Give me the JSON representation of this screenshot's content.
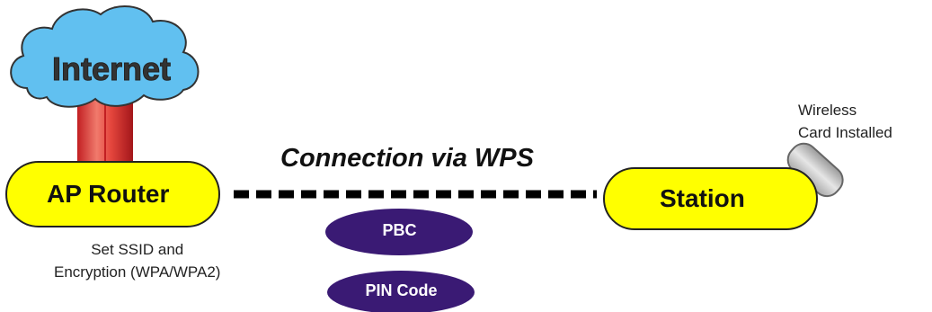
{
  "internet": {
    "label": "Internet"
  },
  "router": {
    "label": "AP Router"
  },
  "router_note": {
    "line1": "Set SSID and",
    "line2": "Encryption (WPA/WPA2)"
  },
  "connection": {
    "label": "Connection via WPS"
  },
  "station": {
    "label": "Station"
  },
  "wireless_note": {
    "line1": "Wireless",
    "line2": "Card Installed"
  },
  "methods": [
    {
      "label": "PBC"
    },
    {
      "label": "PIN Code"
    }
  ],
  "colors": {
    "cloud": "#61c0f0",
    "node_fill": "#ffff00",
    "pill": "#3a1a74",
    "cable": "#e8453c"
  }
}
